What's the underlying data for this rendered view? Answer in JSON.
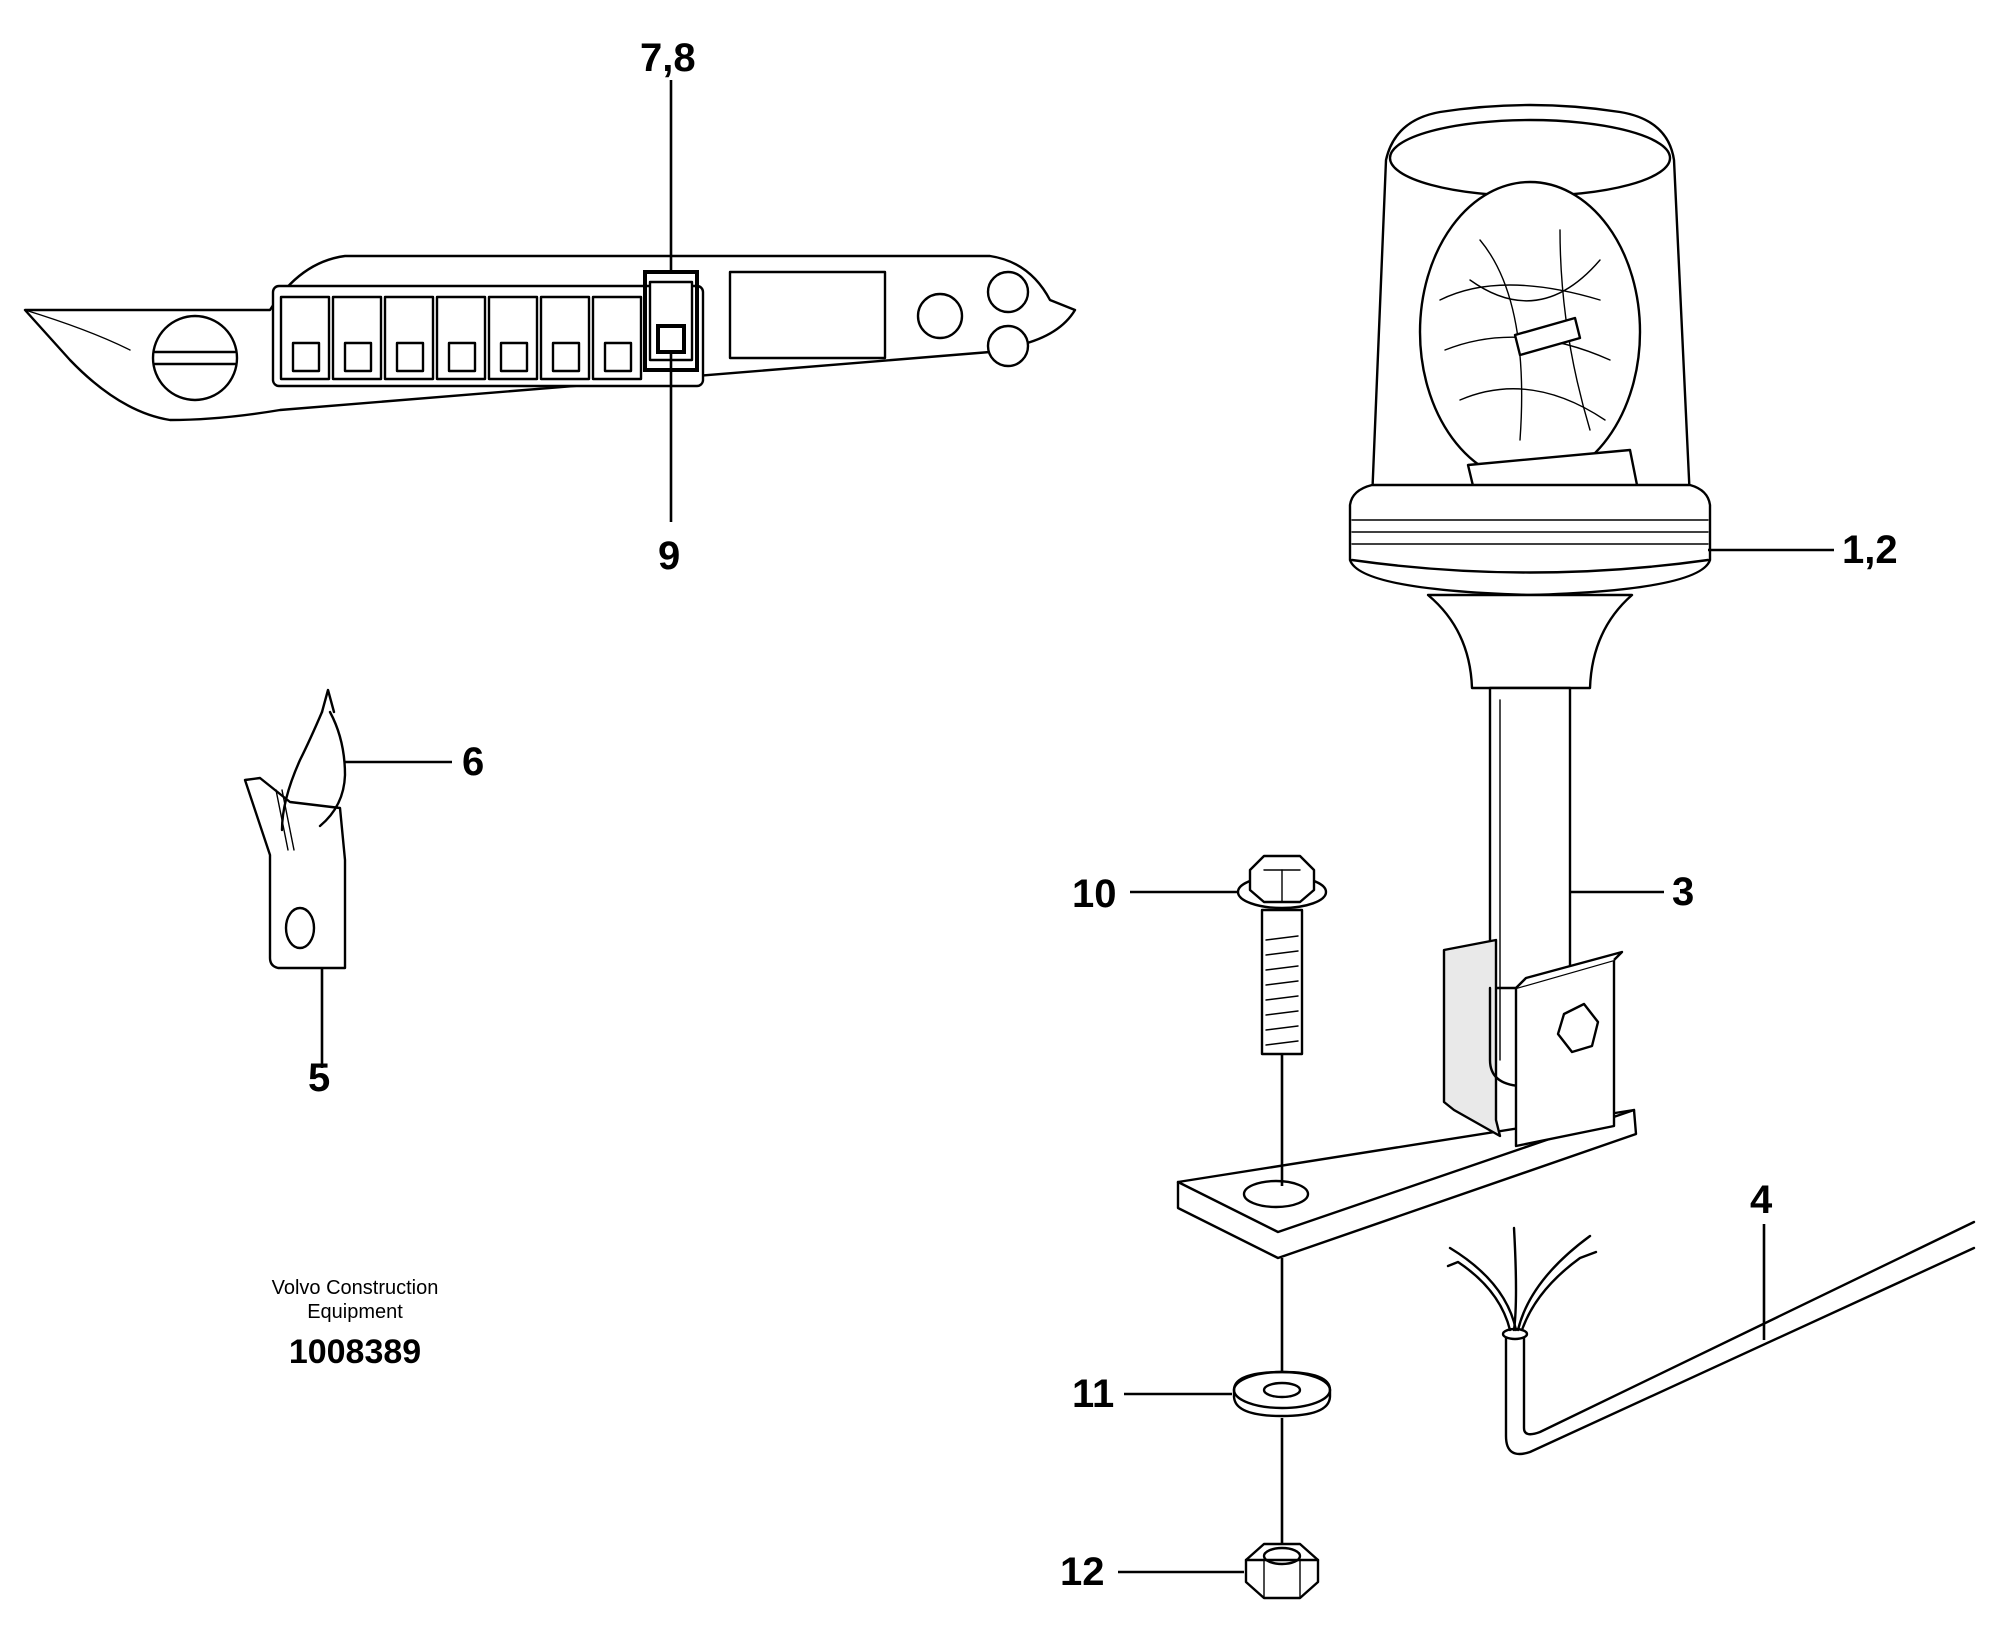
{
  "diagram": {
    "callouts": {
      "c78": "7,8",
      "c9": "9",
      "c12": "1,2",
      "c6": "6",
      "c5": "5",
      "c10": "10",
      "c3": "3",
      "c4": "4",
      "c11": "11",
      "c_12": "12"
    },
    "credit": {
      "maker_line1": "Volvo Construction",
      "maker_line2": "Equipment",
      "number": "1008389"
    }
  }
}
